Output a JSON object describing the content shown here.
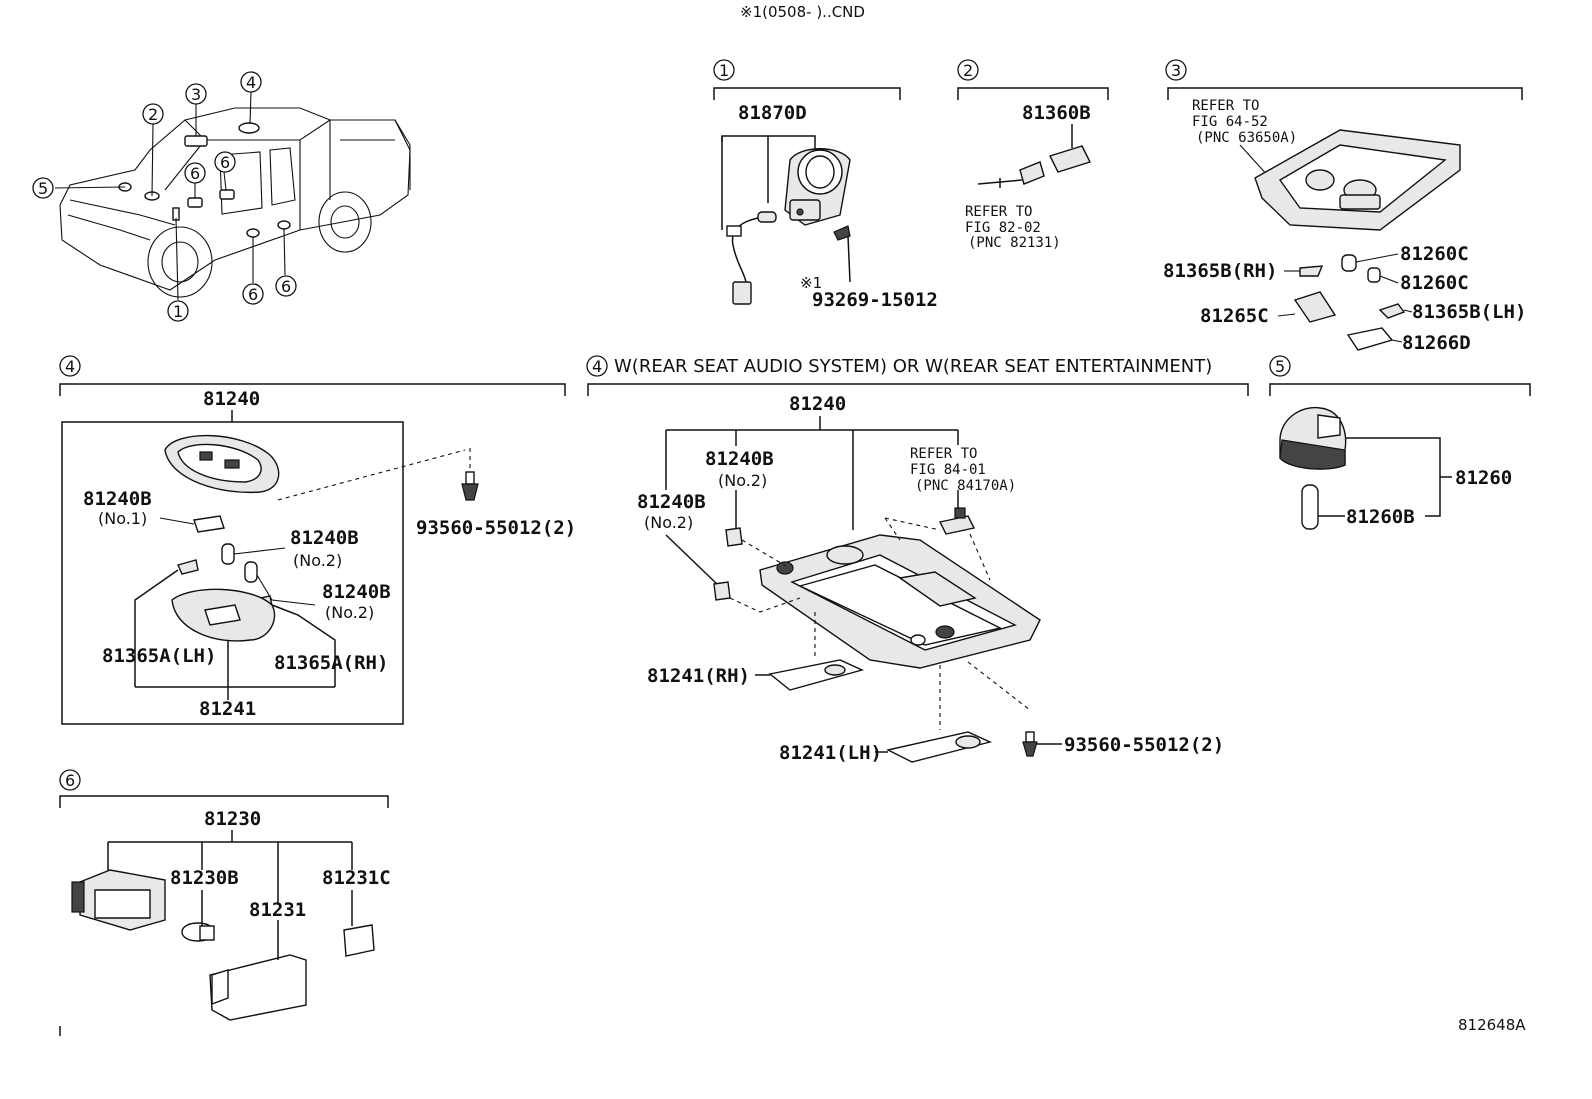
{
  "header_note": "※1(0508-        )..CND",
  "figure_code": "812648A",
  "vehicle_callouts": [
    "1",
    "2",
    "3",
    "4",
    "5",
    "6",
    "6",
    "6",
    "6"
  ],
  "sections": {
    "s1": {
      "number": "1",
      "part_top": "81870D",
      "note_mark": "※1",
      "part_screw": "93269-15012"
    },
    "s2": {
      "number": "2",
      "part_top": "81360B",
      "ref_line1": "REFER TO",
      "ref_line2": "FIG 82-02",
      "ref_line3": "(PNC 82131)"
    },
    "s3": {
      "number": "3",
      "ref_line1": "REFER TO",
      "ref_line2": "FIG 64-52",
      "ref_line3": "(PNC 63650A)",
      "p_81260c_a": "81260C",
      "p_81260c_b": "81260C",
      "p_81365b_rh": "81365B(RH)",
      "p_81365b_lh": "81365B(LH)",
      "p_81265c": "81265C",
      "p_81266d": "81266D"
    },
    "s4a": {
      "number": "4",
      "part_top": "81240",
      "p_81240b_1": "81240B",
      "p_81240b_1_sub": "(No.1)",
      "p_81240b_2a": "81240B",
      "p_81240b_2a_sub": "(No.2)",
      "p_81240b_2b": "81240B",
      "p_81240b_2b_sub": "(No.2)",
      "p_81365a_lh": "81365A(LH)",
      "p_81365a_rh": "81365A(RH)",
      "p_81241": "81241",
      "p_screw": "93560-55012(2)"
    },
    "s4b": {
      "number": "4",
      "title": "W(REAR SEAT AUDIO SYSTEM) OR W(REAR SEAT ENTERTAINMENT)",
      "part_top": "81240",
      "p_81240b_a": "81240B",
      "p_81240b_a_sub": "(No.2)",
      "p_81240b_b": "81240B",
      "p_81240b_b_sub": "(No.2)",
      "ref_line1": "REFER TO",
      "ref_line2": "FIG 84-01",
      "ref_line3": "(PNC 84170A)",
      "p_81241_rh": "81241(RH)",
      "p_81241_lh": "81241(LH)",
      "p_screw": "93560-55012(2)"
    },
    "s5": {
      "number": "5",
      "part_main": "81260",
      "part_bulb": "81260B"
    },
    "s6": {
      "number": "6",
      "part_top": "81230",
      "p_81230b": "81230B",
      "p_81231": "81231",
      "p_81231c": "81231C"
    }
  }
}
